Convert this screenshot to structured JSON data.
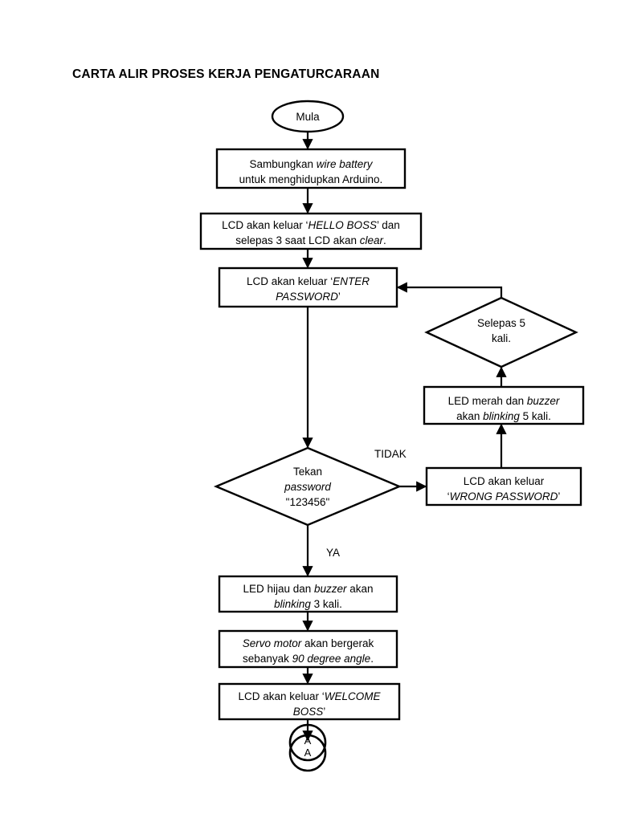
{
  "title": "CARTA ALIR PROSES KERJA PENGATURCARAAN",
  "chart_data": {
    "type": "diagram",
    "diagram_kind": "flowchart",
    "title": "CARTA ALIR PROSES KERJA PENGATURCARAAN",
    "orientation": "top-to-bottom",
    "nodes": [
      {
        "id": "start",
        "shape": "oval",
        "text": "Mula"
      },
      {
        "id": "connect",
        "shape": "rectangle",
        "text": "Sambungkan wire battery untuk menghidupkan Arduino."
      },
      {
        "id": "hello",
        "shape": "rectangle",
        "text": "LCD akan keluar 'HELLO BOSS' dan selepas 3 saat LCD akan clear."
      },
      {
        "id": "enter",
        "shape": "rectangle",
        "text": "LCD akan keluar 'ENTER PASSWORD'"
      },
      {
        "id": "after5",
        "shape": "diamond",
        "text": "Selepas 5 kali."
      },
      {
        "id": "redled",
        "shape": "rectangle",
        "text": "LED merah dan buzzer akan blinking 5 kali."
      },
      {
        "id": "decide",
        "shape": "diamond",
        "text": "Tekan password \"123456\""
      },
      {
        "id": "wrong",
        "shape": "rectangle",
        "text": "LCD akan keluar 'WRONG PASSWORD'"
      },
      {
        "id": "greenled",
        "shape": "rectangle",
        "text": "LED hijau dan buzzer akan blinking 3 kali."
      },
      {
        "id": "servo",
        "shape": "rectangle",
        "text": "Servo motor akan bergerak sebanyak 90 degree angle."
      },
      {
        "id": "welcome",
        "shape": "rectangle",
        "text": "LCD akan keluar 'WELCOME BOSS'"
      },
      {
        "id": "connector",
        "shape": "circle",
        "text": "A"
      }
    ],
    "edges": [
      {
        "from": "start",
        "to": "connect",
        "label": ""
      },
      {
        "from": "connect",
        "to": "hello",
        "label": ""
      },
      {
        "from": "hello",
        "to": "enter",
        "label": ""
      },
      {
        "from": "enter",
        "to": "decide",
        "label": ""
      },
      {
        "from": "decide",
        "to": "wrong",
        "label": "TIDAK"
      },
      {
        "from": "decide",
        "to": "greenled",
        "label": "YA"
      },
      {
        "from": "wrong",
        "to": "redled",
        "label": ""
      },
      {
        "from": "redled",
        "to": "after5",
        "label": ""
      },
      {
        "from": "after5",
        "to": "enter",
        "label": ""
      },
      {
        "from": "greenled",
        "to": "servo",
        "label": ""
      },
      {
        "from": "servo",
        "to": "welcome",
        "label": ""
      },
      {
        "from": "welcome",
        "to": "connector",
        "label": ""
      }
    ]
  },
  "nodes": {
    "start": {
      "label": "Mula"
    },
    "connect": {
      "line1_a": "Sambungkan ",
      "line1_i": "wire battery",
      "line2": "untuk menghidupkan Arduino."
    },
    "hello": {
      "line1_a": "LCD akan keluar ‘",
      "line1_i": "HELLO BOSS",
      "line1_b": "’ dan",
      "line2_a": "selepas 3 saat LCD akan ",
      "line2_i": "clear",
      "line2_b": "."
    },
    "enter": {
      "line1_a": "LCD akan keluar ‘",
      "line1_i": "ENTER",
      "line2_i": "PASSWORD",
      "line2_b": "’"
    },
    "after5": {
      "line1": "Selepas 5",
      "line2": "kali."
    },
    "redled": {
      "line1_a": "LED merah dan ",
      "line1_i": "buzzer",
      "line2_a": "akan ",
      "line2_i": "blinking",
      "line2_b": " 5 kali."
    },
    "decide": {
      "line1": "Tekan",
      "line2_i": "password",
      "line3": "\"123456\""
    },
    "wrong": {
      "line1": "LCD akan keluar",
      "line2_a": "‘",
      "line2_i": "WRONG PASSWORD",
      "line2_b": "’"
    },
    "greenled": {
      "line1_a": "LED hijau dan ",
      "line1_i": "buzzer",
      "line1_b": " akan",
      "line2_i": "blinking",
      "line2_b": " 3 kali."
    },
    "servo": {
      "line1_i": "Servo motor",
      "line1_b": " akan bergerak",
      "line2_a": "sebanyak ",
      "line2_i": "90 degree angle",
      "line2_b": "."
    },
    "welcome": {
      "line1_a": "LCD akan keluar ‘",
      "line1_i": "WELCOME",
      "line2_i": "BOSS",
      "line2_b": "’"
    },
    "connector": {
      "letter_top": "A",
      "letter_bottom": "A"
    }
  },
  "edge_labels": {
    "tidak": "TIDAK",
    "ya": "YA"
  },
  "colors": {
    "stroke": "#000000",
    "fill": "#ffffff",
    "text": "#000000",
    "background": "#ffffff"
  }
}
